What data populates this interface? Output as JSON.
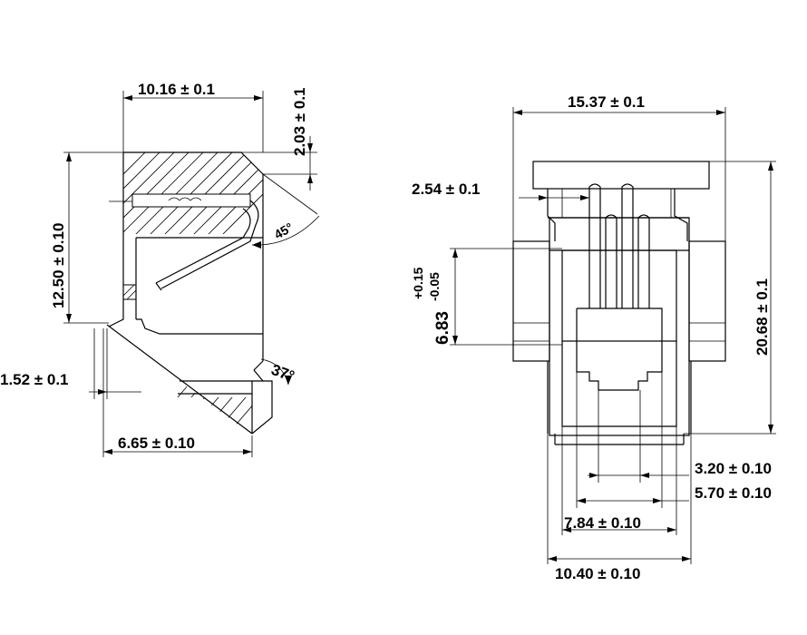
{
  "side_view": {
    "dim_top_width": "10.16 ± 0.1",
    "dim_top_step": "2.03 ± 0.1",
    "dim_height": "12.50 ± 0.10",
    "dim_offset": "1.52 ± 0.1",
    "dim_bottom_width": "6.65 ± 0.10",
    "angle_upper": "45°",
    "angle_lower": "37°"
  },
  "front_view": {
    "dim_width": "15.37 ± 0.1",
    "dim_pin_pitch": "2.54 ± 0.1",
    "dim_window_main": "6.83",
    "dim_window_tol_plus": "+0.15",
    "dim_window_tol_minus": "-0.05",
    "dim_height": "20.68 ± 0.1",
    "dim_peg_inner": "3.20 ± 0.10",
    "dim_peg_outer": "5.70 ± 0.10",
    "dim_body_lower": "7.84 ± 0.10",
    "dim_body_width": "10.40 ± 0.10"
  }
}
